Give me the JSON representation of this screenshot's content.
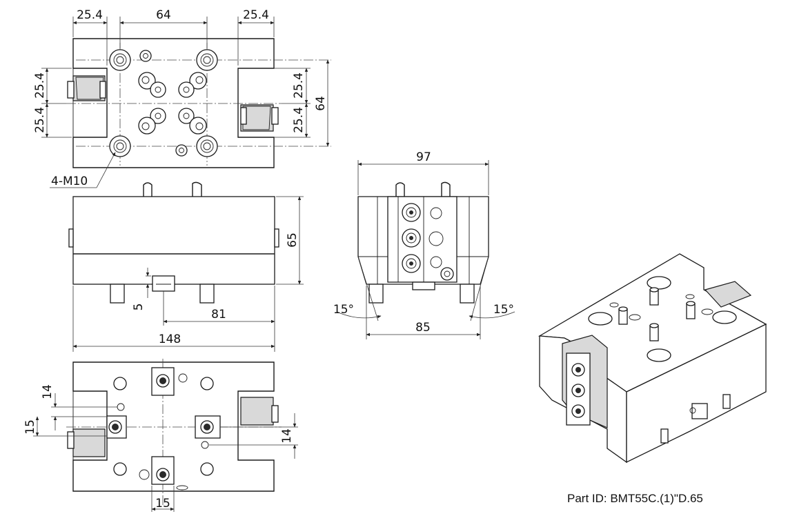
{
  "drawing": {
    "top_view": {
      "dim_width_left": "25.4",
      "dim_hole_span": "64",
      "dim_width_right": "25.4",
      "dim_left_upper": "25.4",
      "dim_left_lower": "25.4",
      "dim_right_upper": "25.4",
      "dim_right_lower": "25.4",
      "dim_total_height": "64",
      "thread_callout": "4-M10"
    },
    "front_view": {
      "dim_height": "65",
      "dim_key_offset": "5",
      "dim_key_position": "81",
      "dim_total_length": "148"
    },
    "side_view": {
      "dim_top_width": "97",
      "dim_base_width": "85",
      "dim_angle_left": "15°",
      "dim_angle_right": "15°"
    },
    "bottom_view": {
      "dim_left_a": "14",
      "dim_left_b": "15",
      "dim_right": "14",
      "dim_bottom": "15"
    },
    "part_id": "Part ID: BMT55C.(1)\"D.65"
  }
}
